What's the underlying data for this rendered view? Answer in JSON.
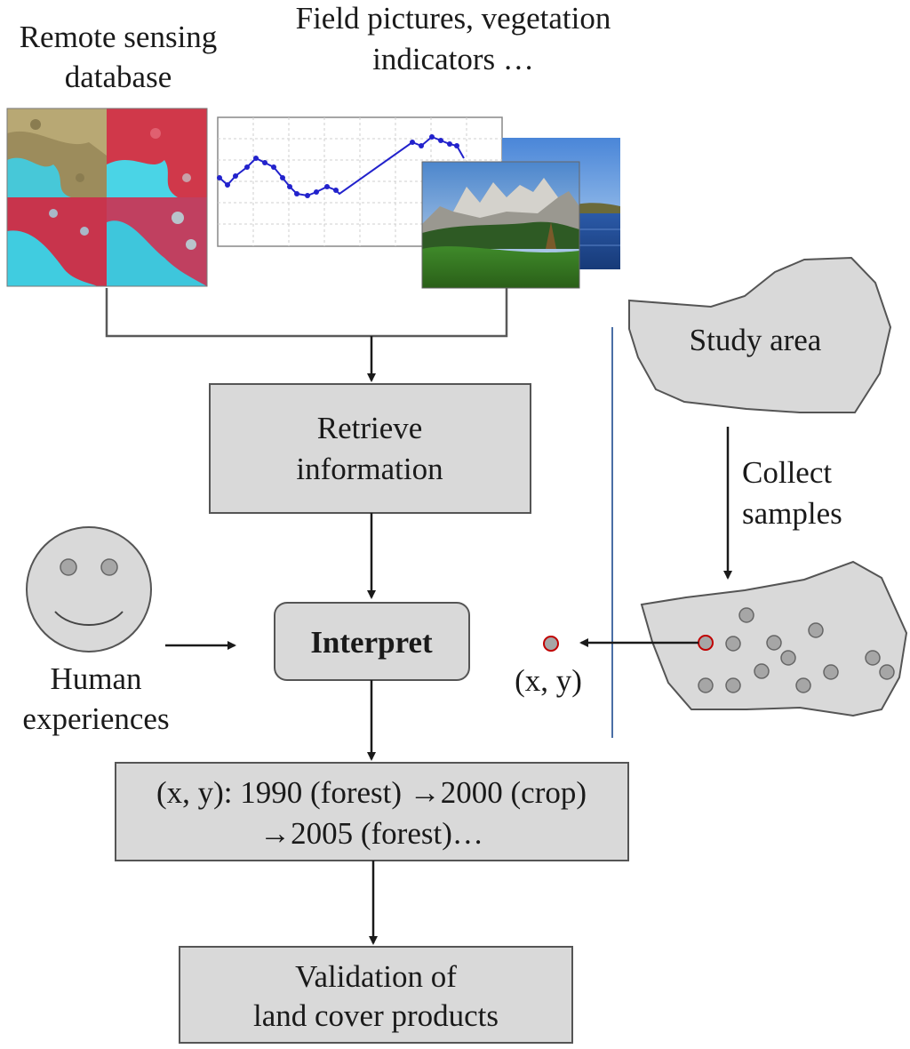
{
  "labels": {
    "remote_sensing_line1": "Remote sensing",
    "remote_sensing_line2": "database",
    "field_line1": "Field pictures, vegetation",
    "field_line2": "indicators …",
    "retrieve_line1": "Retrieve",
    "retrieve_line2": "information",
    "interpret": "Interpret",
    "human_line1": "Human",
    "human_line2": "experiences",
    "study_area": "Study area",
    "collect_line1": "Collect",
    "collect_line2": "samples",
    "xy": "(x, y)",
    "sequence_line1": "(x, y): 1990 (forest) →2000 (crop)",
    "sequence_line2": "→2005 (forest)…",
    "validation_line1": "Validation of",
    "validation_line2": "land cover products"
  },
  "colors": {
    "box_fill": "#d9d9d9",
    "sample_dot": "#a6a6a6",
    "selected_sample_outline": "#c00000",
    "timeseries_line": "#2222cc",
    "divider": "#4a6fa5"
  },
  "icons": {
    "face": "smiley-face-icon",
    "satellite": "satellite-imagery-icon",
    "chart": "vegetation-timeseries-icon",
    "photo": "landscape-photo-icon"
  }
}
